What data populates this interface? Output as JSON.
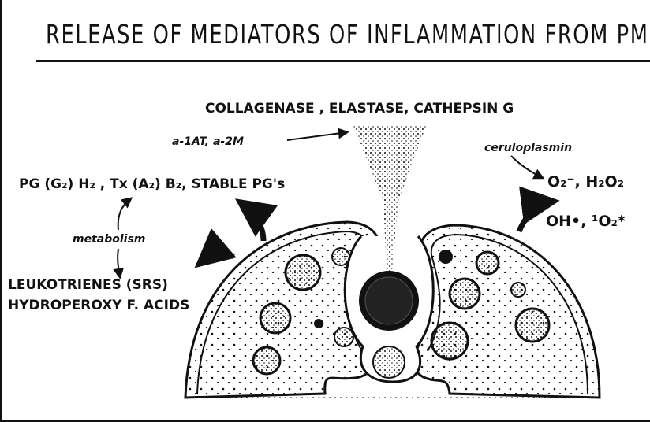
{
  "title": "RELEASE OF MEDIATORS OF INFLAMMATION FROM PMN",
  "enzymes": "COLLAGENASE , ELASTASE, CATHEPSIN G",
  "inhibitors": "a-1AT, a-2M",
  "ceruloplasmin": "ceruloplasmin",
  "oxygen_species_line1": "O₂⁻, H₂O₂",
  "oxygen_species_line2": "OH•, ¹O₂*",
  "prostaglandins": "PG (G₂) H₂ , Tx (A₂) B₂, STABLE PG's",
  "metabolism": "metabolism",
  "leukotrienes_line1": "LEUKOTRIENES (SRS)",
  "leukotrienes_line2": "HYDROPEROXY  F. ACIDS"
}
